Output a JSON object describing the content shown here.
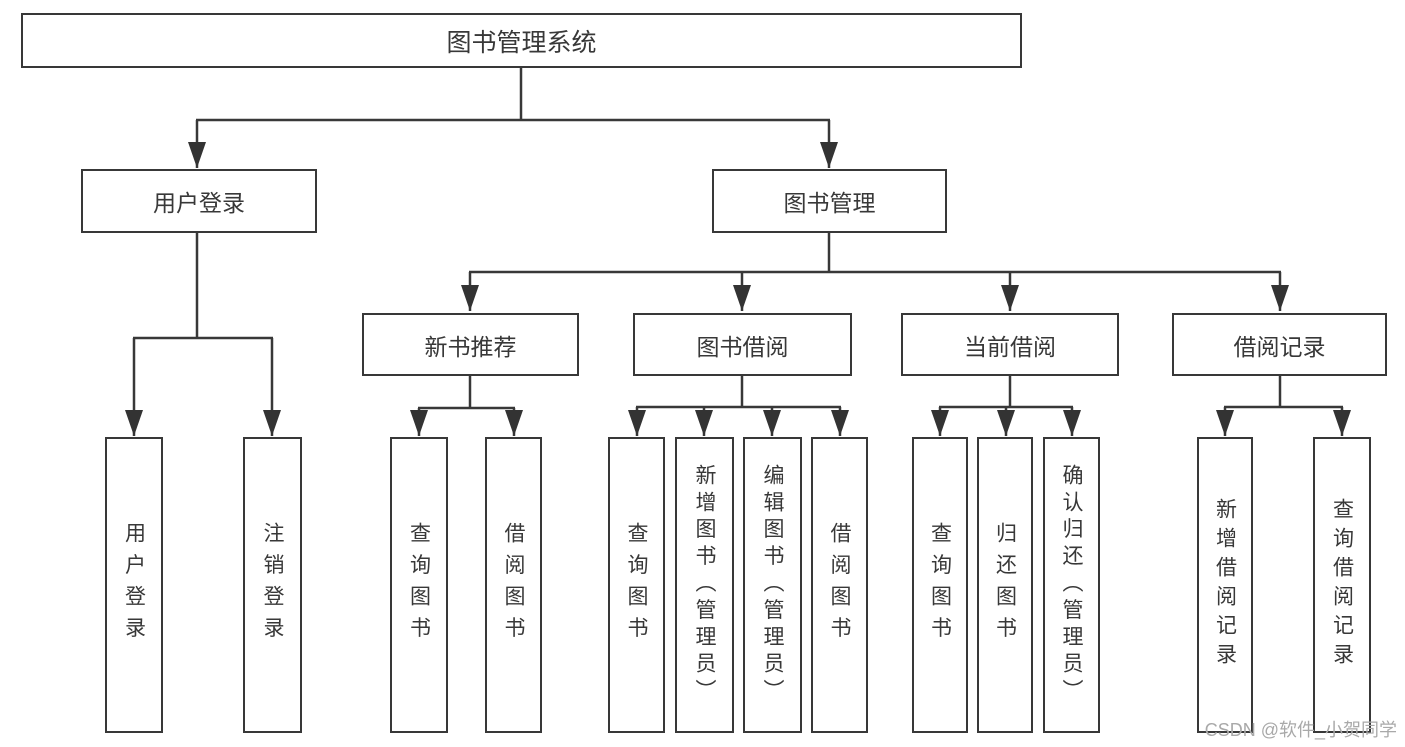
{
  "diagram_title": "图书管理系统",
  "nodes": {
    "root": "图书管理系统",
    "l2": [
      "用户登录",
      "图书管理"
    ],
    "l3": [
      "新书推荐",
      "图书借阅",
      "当前借阅",
      "借阅记录"
    ],
    "leaves_login": [
      "用户登录",
      "注销登录"
    ],
    "leaves_recommend": [
      "查询图书",
      "借阅图书"
    ],
    "leaves_borrow": [
      "查询图书",
      "新增图书（管理员）",
      "编辑图书（管理员）",
      "借阅图书"
    ],
    "leaves_current": [
      "查询图书",
      "归还图书",
      "确认归还（管理员）"
    ],
    "leaves_records": [
      "新增借阅记录",
      "查询借阅记录"
    ]
  },
  "hierarchy": {
    "图书管理系统": {
      "用户登录": [
        "用户登录",
        "注销登录"
      ],
      "图书管理": {
        "新书推荐": [
          "查询图书",
          "借阅图书"
        ],
        "图书借阅": [
          "查询图书",
          "新增图书（管理员）",
          "编辑图书（管理员）",
          "借阅图书"
        ],
        "当前借阅": [
          "查询图书",
          "归还图书",
          "确认归还（管理员）"
        ],
        "借阅记录": [
          "新增借阅记录",
          "查询借阅记录"
        ]
      }
    }
  },
  "watermark": "CSDN @软件_小贺同学",
  "colors": {
    "line": "#383838",
    "box_border": "#383838",
    "text": "#383838",
    "watermark": "#a9a9a9",
    "background": "#ffffff"
  }
}
